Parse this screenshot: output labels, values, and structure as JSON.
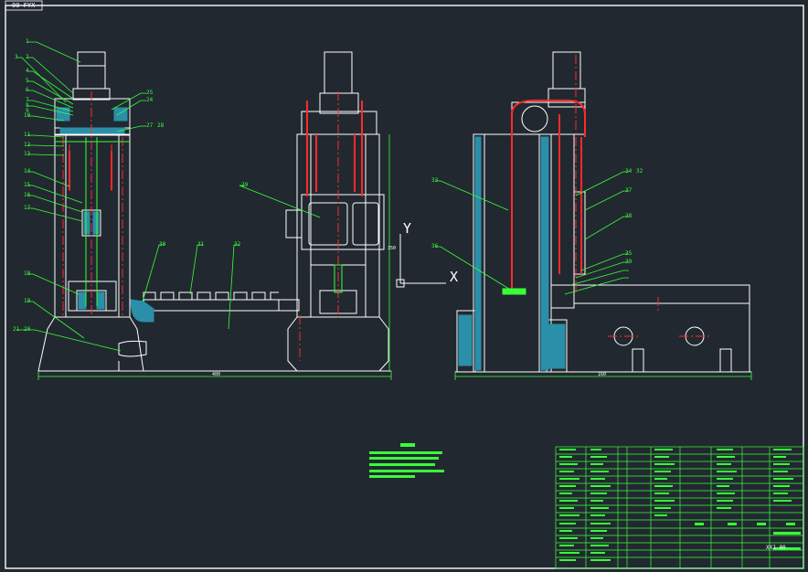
{
  "title_tag": "00-FYX",
  "axis_labels": {
    "y": "Y",
    "x": "X"
  },
  "dimensions": {
    "width": "400",
    "height": "350",
    "depth": "160"
  },
  "drawing_number": "XXJ-00",
  "views": {
    "front": {
      "labels": [
        "1",
        "3",
        "2",
        "4",
        "5",
        "6",
        "7",
        "8",
        "9",
        "10",
        "11",
        "12",
        "13",
        "14",
        "15",
        "16",
        "17",
        "18",
        "19",
        "21",
        "20",
        "25",
        "24",
        "27",
        "28",
        "30",
        "31",
        "32"
      ]
    },
    "side": {
      "labels": [
        "29"
      ]
    },
    "right": {
      "labels": [
        "33",
        "36",
        "34",
        "32",
        "37",
        "38",
        "35",
        "39"
      ]
    }
  },
  "colors": {
    "background": "#212830",
    "outline": "#ffffff",
    "leader": "#39ff39",
    "centerline": "#ff2a2a",
    "section": "#2a8fa8"
  }
}
